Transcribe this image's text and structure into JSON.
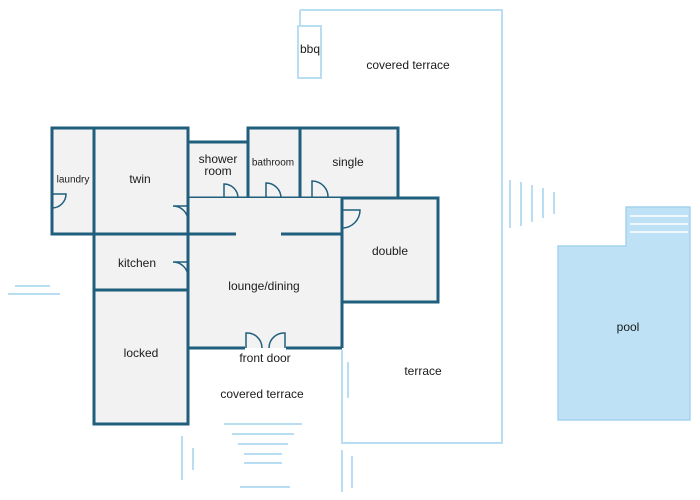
{
  "labels": {
    "bbq": "bbq",
    "covered_terrace_top": "covered terrace",
    "laundry": "laundry",
    "twin": "twin",
    "shower_room_line1": "shower",
    "shower_room_line2": "room",
    "bathroom": "bathroom",
    "single": "single",
    "kitchen": "kitchen",
    "lounge_dining": "lounge/dining",
    "double": "double",
    "locked": "locked",
    "front_door": "front door",
    "covered_terrace_bottom": "covered terrace",
    "terrace": "terrace",
    "pool": "pool"
  },
  "colors": {
    "wall": "#1f5f7d",
    "room_fill": "#f2f2f2",
    "outline": "#b9ddf2",
    "pool": "#bee1f5"
  }
}
